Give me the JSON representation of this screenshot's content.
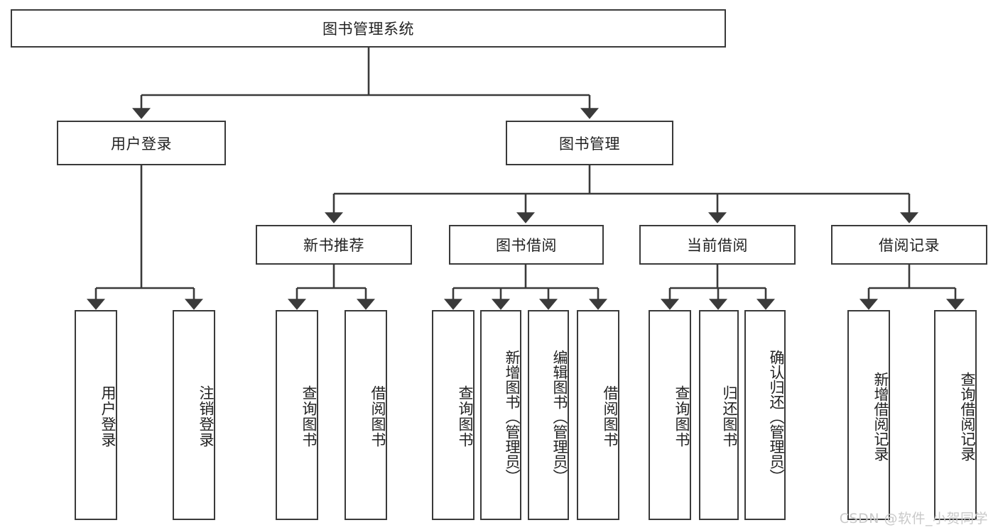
{
  "diagram": {
    "title": "图书管理系统",
    "watermark": "CSDN @软件_小贺同学",
    "style": {
      "box_border_color": "#3a3a3a",
      "box_fill": "#ffffff",
      "line_color": "#3a3a3a",
      "text_color": "#222222",
      "watermark_color": "#c9c9c9",
      "background": "#ffffff"
    },
    "root": {
      "label": "图书管理系统"
    },
    "level2": [
      {
        "label": "用户登录"
      },
      {
        "label": "图书管理"
      }
    ],
    "level3": [
      {
        "label": "新书推荐"
      },
      {
        "label": "图书借阅"
      },
      {
        "label": "当前借阅"
      },
      {
        "label": "借阅记录"
      }
    ],
    "leaves": {
      "user_login": [
        {
          "label": "用户登录"
        },
        {
          "label": "注销登录"
        }
      ],
      "new_book_recommend": [
        {
          "label": "查询图书"
        },
        {
          "label": "借阅图书"
        }
      ],
      "book_borrow": [
        {
          "label": "查询图书"
        },
        {
          "label": "新增图书（管理员）"
        },
        {
          "label": "编辑图书（管理员）"
        },
        {
          "label": "借阅图书"
        }
      ],
      "current_borrow": [
        {
          "label": "查询图书"
        },
        {
          "label": "归还图书"
        },
        {
          "label": "确认归还（管理员）"
        }
      ],
      "borrow_record": [
        {
          "label": "新增借阅记录"
        },
        {
          "label": "查询借阅记录"
        }
      ]
    }
  }
}
